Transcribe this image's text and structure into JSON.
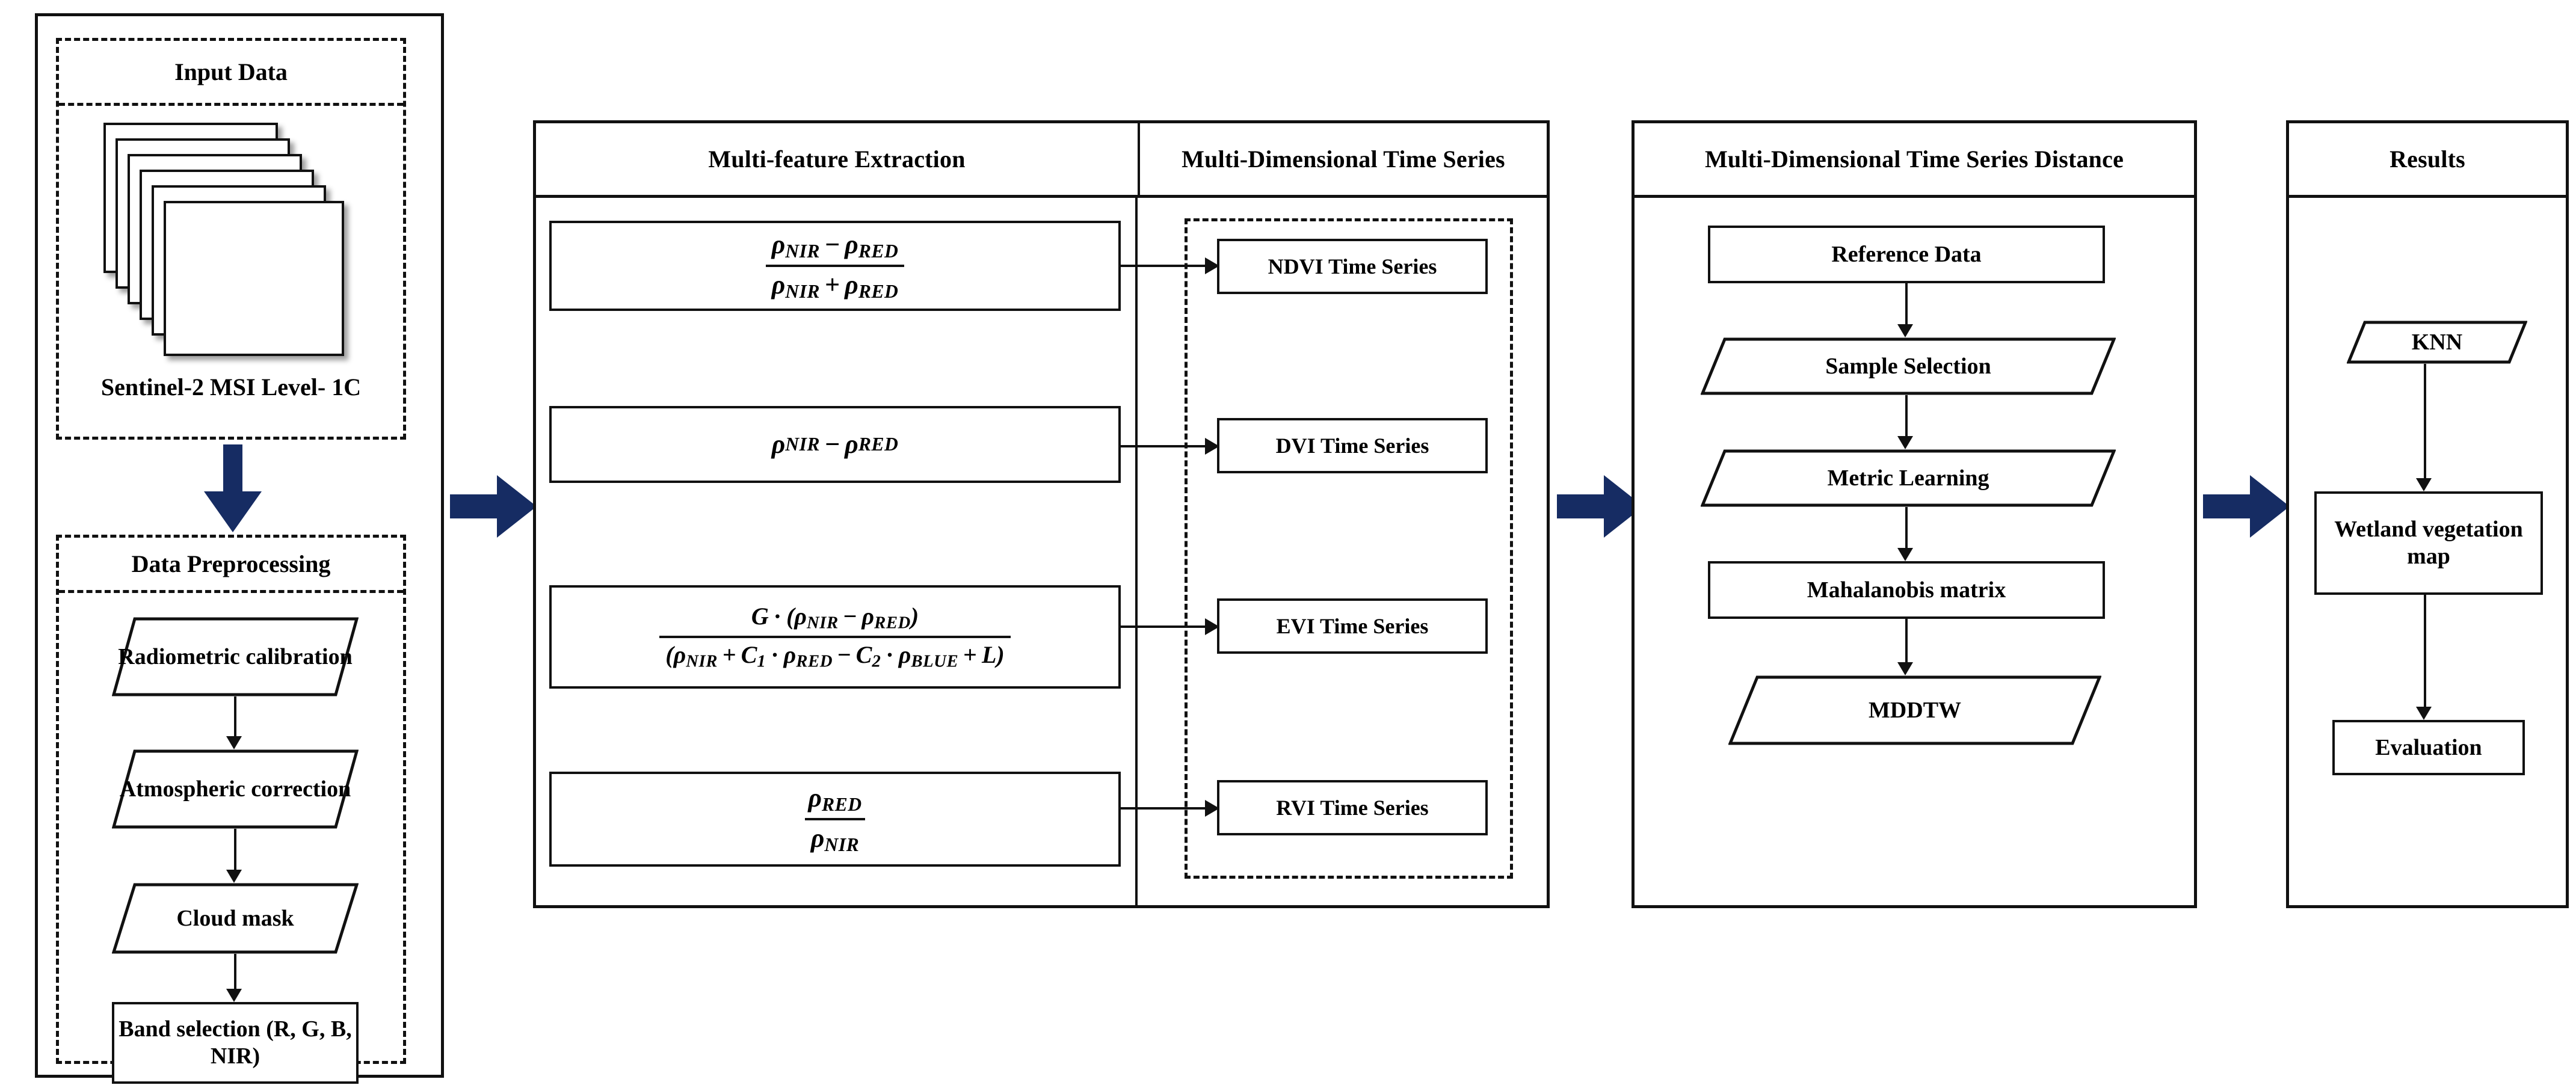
{
  "panel_input": {
    "input_data": {
      "title": "Input Data",
      "caption": "Sentinel-2 MSI Level- 1C",
      "stack_icon": "image-stack-icon"
    },
    "preprocessing": {
      "title": "Data Preprocessing",
      "steps": [
        {
          "label": "Radiometric calibration",
          "shape": "parallelogram"
        },
        {
          "label": "Atmospheric correction",
          "shape": "parallelogram"
        },
        {
          "label": "Cloud mask",
          "shape": "parallelogram"
        },
        {
          "label": "Band selection (R, G, B, NIR)",
          "shape": "rectangle"
        }
      ]
    }
  },
  "panel_features": {
    "title_extraction": "Multi-feature Extraction",
    "title_timeseries": "Multi-Dimensional Time Series",
    "formulas": [
      {
        "id": "ndvi",
        "type": "fraction",
        "numerator": "ρNIR − ρRED",
        "denominator": "ρNIR + ρRED"
      },
      {
        "id": "dvi",
        "type": "plain",
        "expression": "ρNIR − ρRED"
      },
      {
        "id": "evi",
        "type": "fraction",
        "numerator": "G · (ρNIR − ρRED)",
        "denominator": "(ρNIR + C1 · ρRED − C2 · ρBLUE + L)"
      },
      {
        "id": "rvi",
        "type": "fraction",
        "numerator": "ρRED",
        "denominator": "ρNIR"
      }
    ],
    "series": [
      {
        "label": "NDVI Time Series"
      },
      {
        "label": "DVI Time Series"
      },
      {
        "label": "EVI Time Series"
      },
      {
        "label": "RVI Time Series"
      }
    ]
  },
  "panel_distance": {
    "title": "Multi-Dimensional Time Series Distance",
    "steps": [
      {
        "label": "Reference Data",
        "shape": "rectangle"
      },
      {
        "label": "Sample Selection",
        "shape": "parallelogram"
      },
      {
        "label": "Metric Learning",
        "shape": "parallelogram"
      },
      {
        "label": "Mahalanobis matrix",
        "shape": "rectangle"
      },
      {
        "label": "MDDTW",
        "shape": "parallelogram"
      }
    ]
  },
  "panel_results": {
    "title": "Results",
    "steps": [
      {
        "label": "KNN",
        "shape": "parallelogram"
      },
      {
        "label": "Wetland vegetation map",
        "shape": "rectangle"
      },
      {
        "label": "Evaluation",
        "shape": "rectangle"
      }
    ]
  },
  "connectors": {
    "big_arrows": [
      {
        "name": "arrow-input-to-features",
        "direction": "right"
      },
      {
        "name": "arrow-features-to-distance",
        "direction": "right"
      },
      {
        "name": "arrow-distance-to-results",
        "direction": "right"
      },
      {
        "name": "arrow-inputdata-to-preprocessing",
        "direction": "down"
      }
    ]
  },
  "colors": {
    "accent_blue": "#162c63",
    "stroke": "#111111",
    "background": "#ffffff"
  }
}
